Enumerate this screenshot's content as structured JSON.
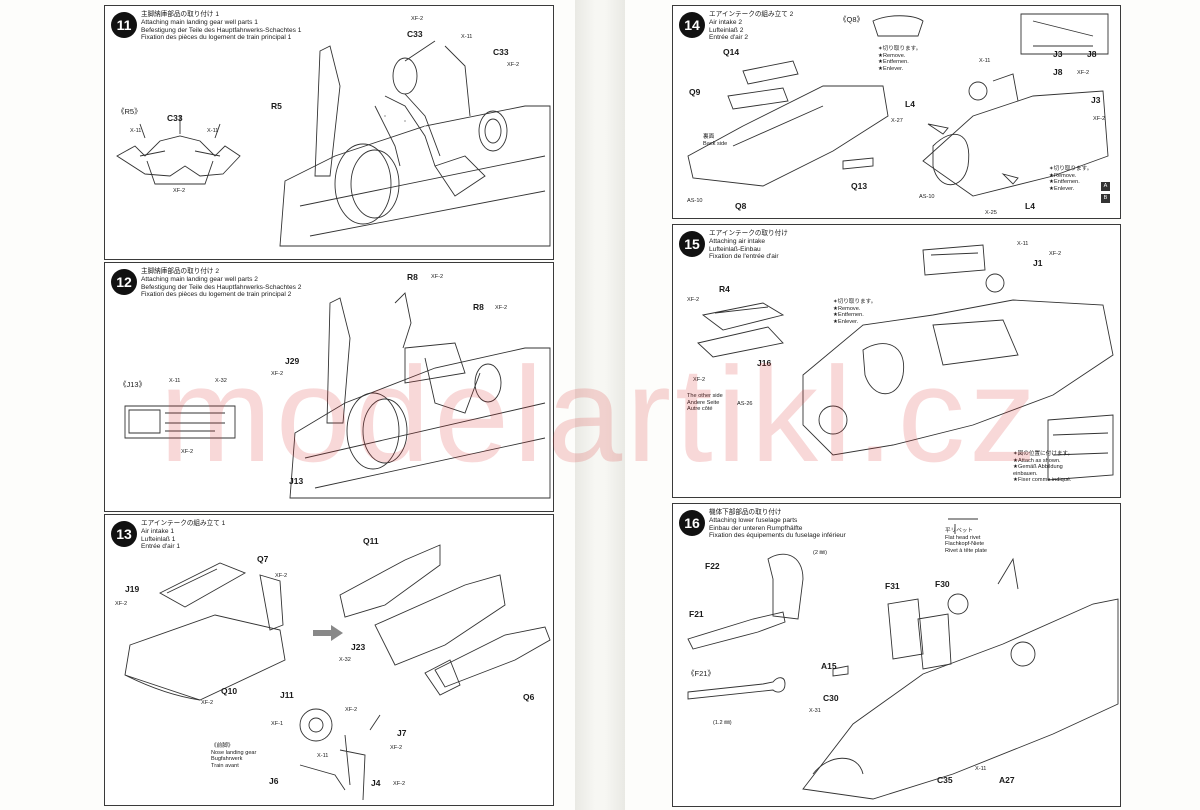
{
  "watermark": "modelartikl.cz",
  "steps": {
    "s11": {
      "number": "11",
      "title_jp": "主脚納庫部品の取り付け 1",
      "title_en": "Attaching main landing gear well parts 1",
      "title_de": "Befestigung der Teile des Hauptfahrwerks-Schachtes 1",
      "title_fr": "Fixation des pièces du logement de train principal 1",
      "sub": "《R5》",
      "labels": [
        "C33",
        "X-11",
        "X-11",
        "XF-2",
        "R5",
        "XF-2",
        "C33",
        "X-11",
        "C33",
        "XF-2"
      ]
    },
    "s12": {
      "number": "12",
      "title_jp": "主脚納庫部品の取り付け 2",
      "title_en": "Attaching main landing gear well parts 2",
      "title_de": "Befestigung der Teile des Hauptfahrwerks-Schachtes 2",
      "title_fr": "Fixation des pièces du logement de train principal 2",
      "sub": "《J13》",
      "labels": [
        "X-11",
        "X-32",
        "XF-2",
        "R8",
        "XF-2",
        "R8",
        "XF-2",
        "J29",
        "XF-2",
        "J13"
      ]
    },
    "s13": {
      "number": "13",
      "title_jp": "エアインテークの組み立て 1",
      "title_en": "Air intake 1",
      "title_de": "Lufteinlaß 1",
      "title_fr": "Entrée d'air 1",
      "labels": [
        "J19",
        "XF-2",
        "Q7",
        "XF-2",
        "Q10",
        "XF-2",
        "Q11",
        "J23",
        "X-32",
        "Q6",
        "J11",
        "XF-1",
        "XF-2",
        "J7",
        "X-11",
        "XF-2",
        "J6",
        "J4",
        "XF-2"
      ],
      "gear_note": [
        "《前脚》",
        "Nose landing gear",
        "Bugfahrwerk",
        "Train avant"
      ]
    },
    "s14": {
      "number": "14",
      "title_jp": "エアインテークの組み立て 2",
      "title_en": "Air intake 2",
      "title_de": "Lufteinlaß 2",
      "title_fr": "Entrée d'air 2",
      "sub": "《Q8》",
      "cut_note": [
        "✶切り取ります。",
        "★Remove.",
        "★Entfernen.",
        "★Enlever."
      ],
      "labels": [
        "Q14",
        "Q9",
        "AS-10",
        "Q8",
        "Q13",
        "J3",
        "J8",
        "X-11",
        "J8",
        "XF-2",
        "J3",
        "XF-2",
        "L4",
        "X-27",
        "AS-10",
        "X-25",
        "L4"
      ],
      "cut_note2": [
        "✶切り取ります。",
        "★Remove.",
        "★Entfernen.",
        "★Enlever."
      ],
      "ab": [
        "A",
        "B"
      ],
      "back_label": [
        "裏面",
        "Back side"
      ]
    },
    "s15": {
      "number": "15",
      "title_jp": "エアインテークの取り付け",
      "title_en": "Attaching air intake",
      "title_de": "Lufteinlaß-Einbau",
      "title_fr": "Fixation de l'entrée d'air",
      "labels": [
        "R4",
        "XF-2",
        "J16",
        "XF-2",
        "X-11",
        "XF-2",
        "J1"
      ],
      "other_side": [
        "The other side",
        "Andere Seite",
        "Autre côté"
      ],
      "as26": "AS-26",
      "cut_note": [
        "✶切り取ります。",
        "★Remove.",
        "★Entfernen.",
        "★Enlever."
      ],
      "attach_note": [
        "✶図の位置に付けます。",
        "★Attach as shown.",
        "★Gemäß Abbildung",
        "einbauen.",
        "★Fixer comme indiqué."
      ]
    },
    "s16": {
      "number": "16",
      "title_jp": "機体下部部品の取り付け",
      "title_en": "Attaching lower fuselage parts",
      "title_de": "Einbau der unteren Rumpfhälfte",
      "title_fr": "Fixation des équipements du fuselage inférieur",
      "rivet_note": [
        "平リベット",
        "Flat head rivet",
        "Flachkopf-Niete",
        "Rivet à tête plate"
      ],
      "labels": [
        "F22",
        "F21",
        "F31",
        "F30",
        "A15",
        "C30",
        "X-31",
        "C35",
        "X-11",
        "A27"
      ],
      "sub": "《F21》",
      "dims": [
        "(2 ㎜)",
        "(1.2 ㎜)"
      ]
    }
  }
}
